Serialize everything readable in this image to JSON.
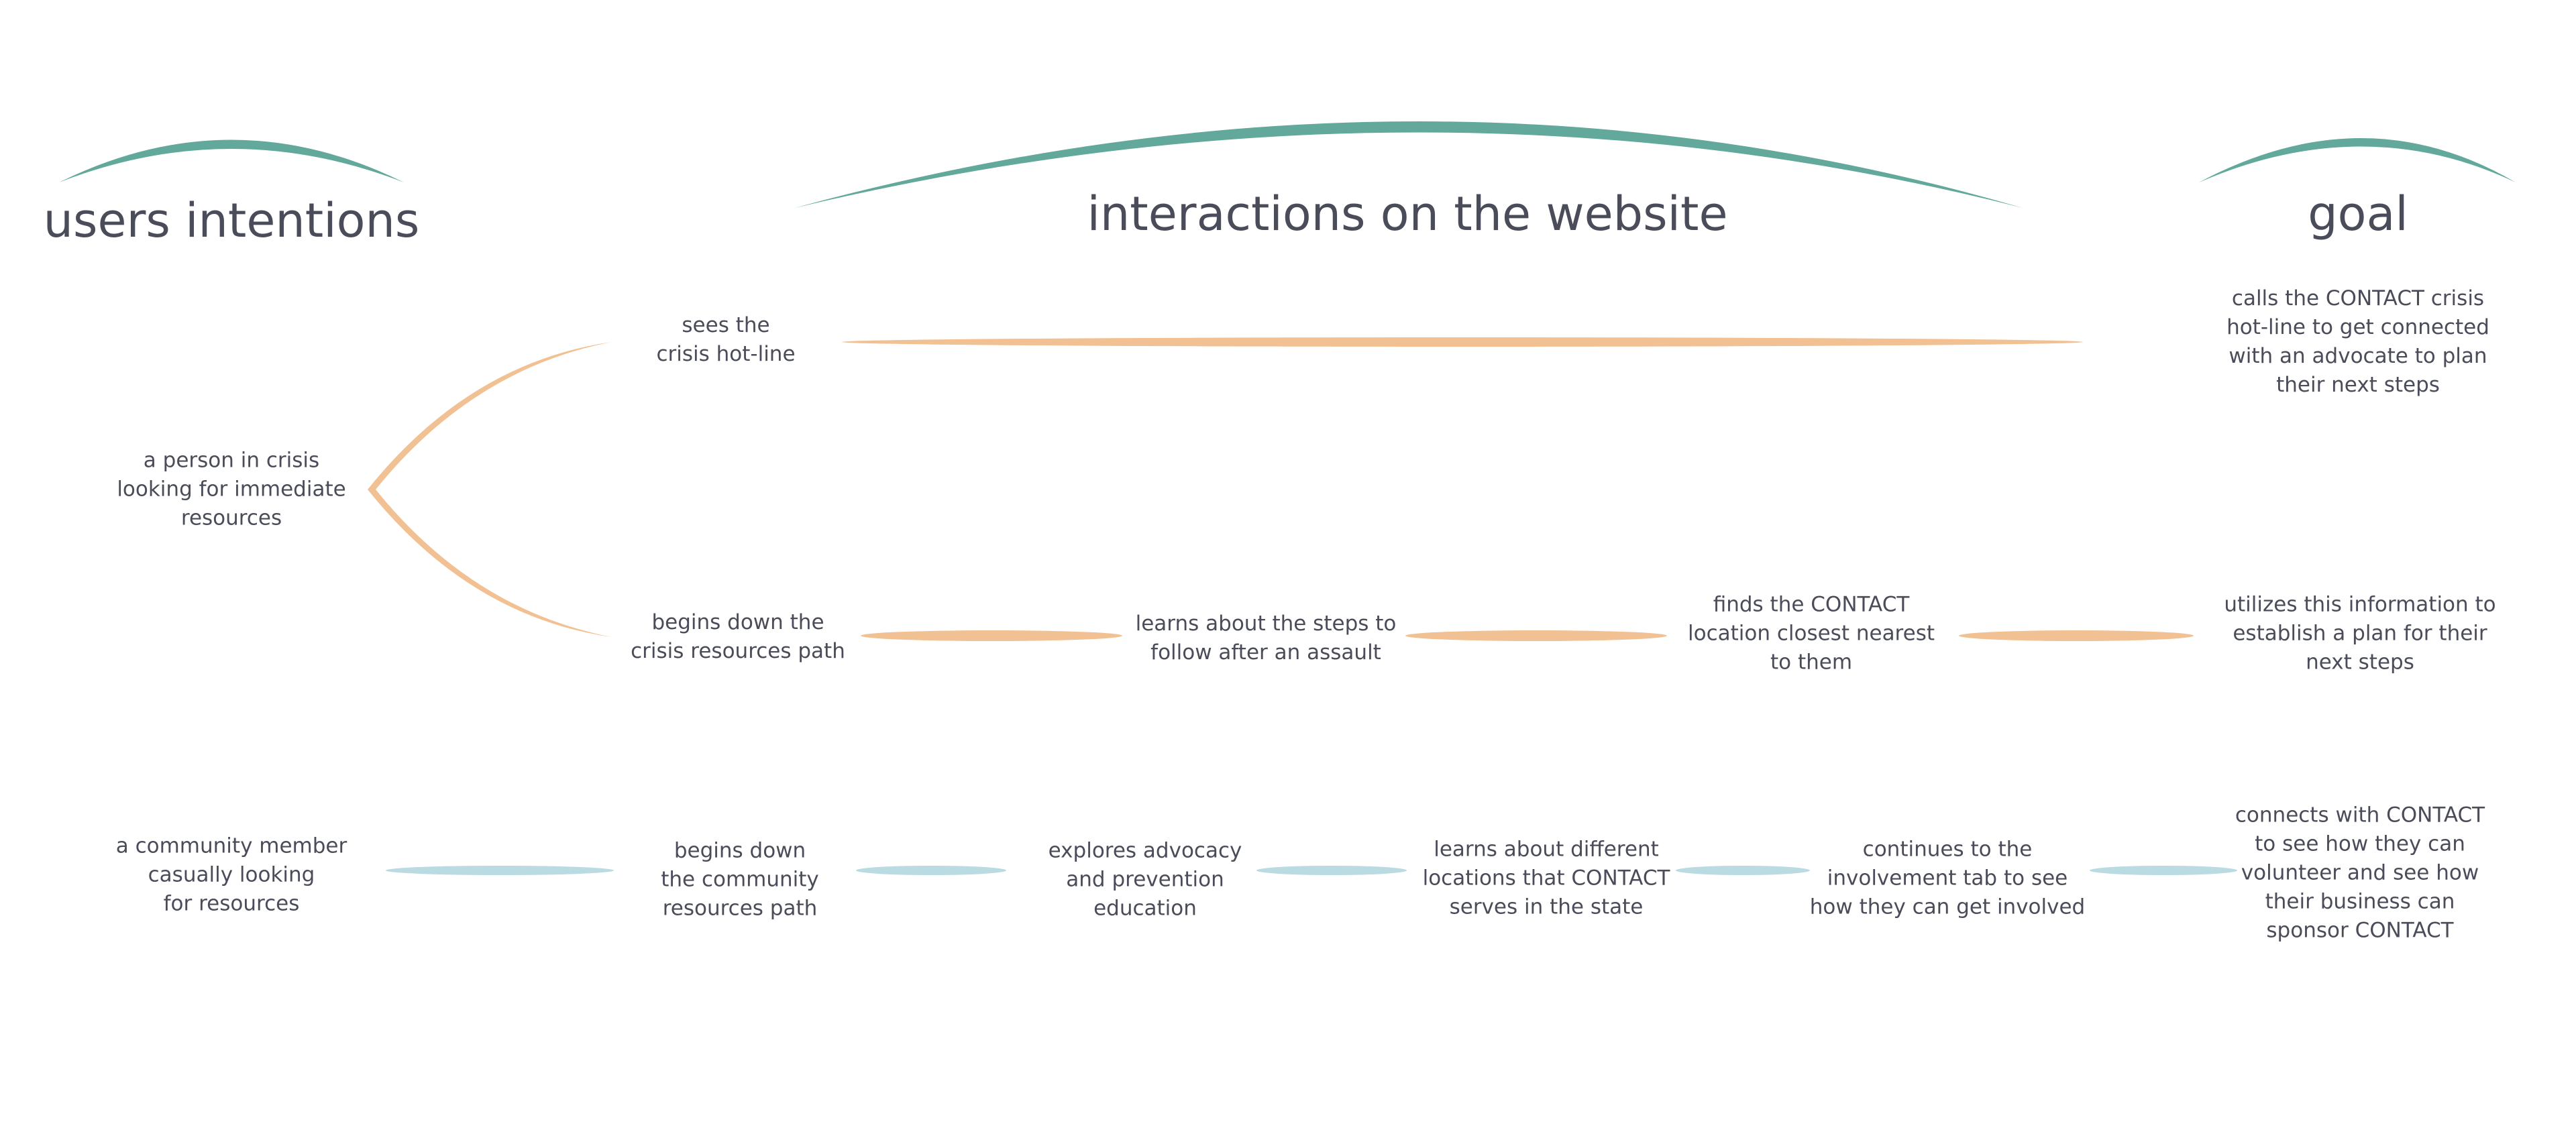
{
  "colors": {
    "heading_arc": "#62a89b",
    "crisis_path": "#f2c193",
    "community_path": "#b9dbe1",
    "text": "#4a4c59",
    "background": "#ffffff"
  },
  "headings": {
    "users_intentions": "users intentions",
    "interactions": "interactions on the website",
    "goal": "goal"
  },
  "crisis": {
    "intention": "a person in crisis\nlooking for immediate\nresources",
    "hotline_step": "sees the\ncrisis hot-line",
    "hotline_goal": "calls the CONTACT crisis\nhot-line to get connected\nwith an advocate to plan\ntheir next steps",
    "resources_steps": [
      "begins down the\ncrisis resources path",
      "learns about the steps to\nfollow after an assault",
      "finds the CONTACT\nlocation closest nearest\nto them"
    ],
    "resources_goal": "utilizes this information to\nestablish a plan for their\nnext steps"
  },
  "community": {
    "intention": "a community member\ncasually looking\nfor resources",
    "steps": [
      "begins down\nthe community\nresources path",
      "explores advocacy\nand prevention\neducation",
      "learns about different\nlocations that CONTACT\nserves in the state",
      "continues to the\ninvolvement tab to see\nhow they can get involved"
    ],
    "goal": "connects with CONTACT\nto see how they can\nvolunteer and see how\ntheir business can\nsponsor CONTACT"
  }
}
